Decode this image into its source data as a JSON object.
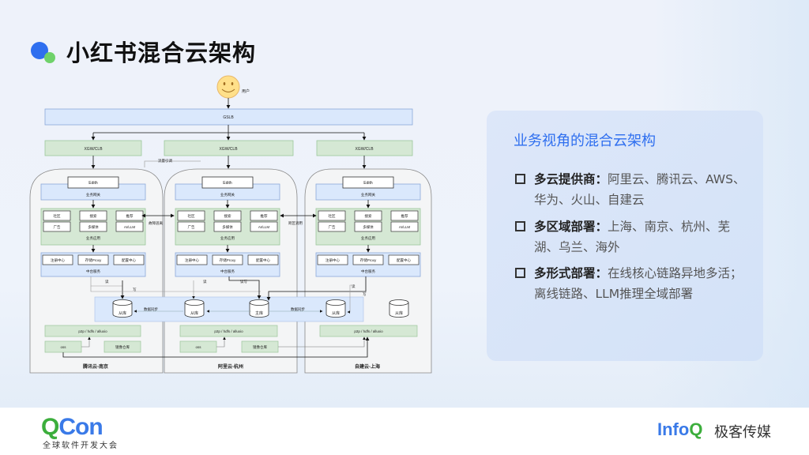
{
  "title": "小红书混合云架构",
  "diagram": {
    "user_label": "用户",
    "gslb": "GSLB",
    "xgw": [
      "XGW/CLB",
      "XGW/CLB",
      "XGW/CLB"
    ],
    "edith": "Edith",
    "gateway": "业务网关",
    "apps": [
      "社区",
      "搜索",
      "推荐",
      "广告",
      "多媒体",
      "AI/LLM"
    ],
    "app_layer": "业务应用",
    "middle": [
      "注册中心",
      "存储Proxy",
      "配置中心"
    ],
    "middle_layer": "中台服务",
    "traffic_label": "流量引调",
    "link_left": "故障逃离",
    "link_right": "跨区调用",
    "read": "读",
    "write": "写",
    "readwrite": "读写",
    "data_sync": "数据同步",
    "replica_db": "从库",
    "primary_db": "主库",
    "storage": "p2p / hdfs / alluxio",
    "oss": "oss",
    "image_repo": "镜像仓库",
    "regions": [
      "腾讯云-南京",
      "阿里云-杭州",
      "自建云-上海"
    ]
  },
  "card": {
    "title": "业务视角的混合云架构",
    "bullets": [
      {
        "label": "多云提供商：",
        "text": "阿里云、腾讯云、AWS、华为、火山、自建云"
      },
      {
        "label": "多区域部署：",
        "text": "上海、南京、杭州、芜湖、乌兰、海外"
      },
      {
        "label": "多形式部署：",
        "text": "在线核心链路异地多活；离线链路、LLM推理全域部署"
      }
    ]
  },
  "footer": {
    "qcon_q": "Q",
    "qcon_con": "Con",
    "qcon_sub": "全球软件开发大会",
    "infoq_info": "Info",
    "infoq_q": "Q",
    "geek": "极客传媒"
  },
  "colors": {
    "accent_blue": "#2f6fef",
    "green_box": "#d5e8d4",
    "blue_box": "#dae8fc"
  }
}
